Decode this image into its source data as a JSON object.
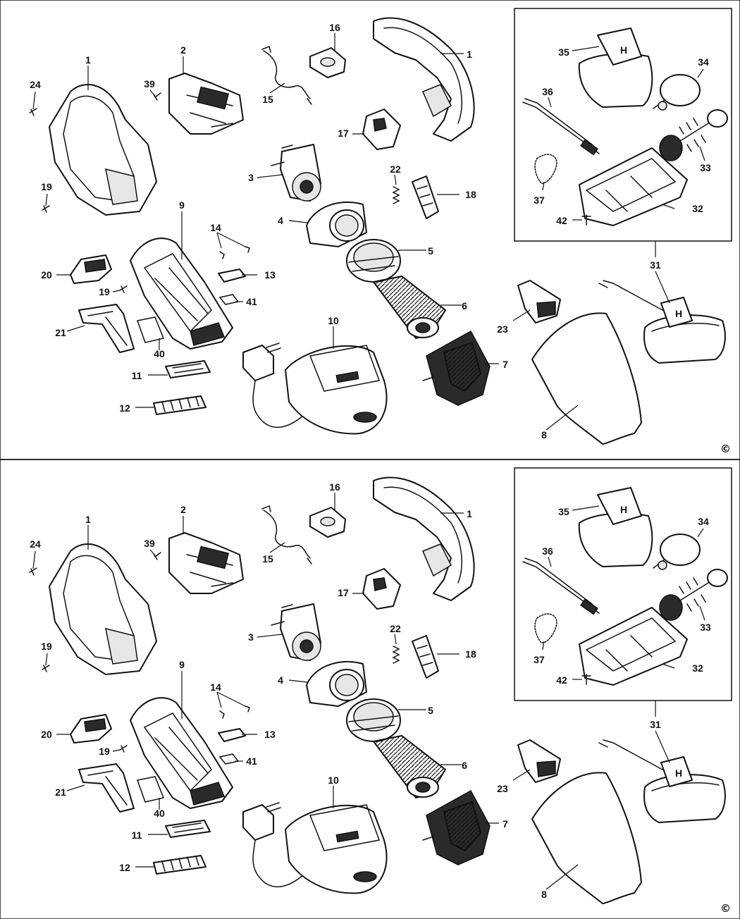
{
  "copyright_symbol": "©",
  "panels": [
    {
      "id": "top",
      "labels": [
        "1",
        "2",
        "16",
        "39",
        "24",
        "15",
        "1",
        "19",
        "3",
        "17",
        "22",
        "18",
        "9",
        "4",
        "14",
        "13",
        "20",
        "19",
        "41",
        "5",
        "21",
        "40",
        "10",
        "6",
        "23",
        "11",
        "7",
        "12",
        "8",
        "35",
        "34",
        "36",
        "33",
        "37",
        "32",
        "42",
        "31"
      ]
    },
    {
      "id": "bottom",
      "labels": [
        "1",
        "2",
        "16",
        "39",
        "24",
        "15",
        "1",
        "19",
        "3",
        "17",
        "22",
        "18",
        "9",
        "4",
        "14",
        "13",
        "20",
        "19",
        "41",
        "5",
        "21",
        "40",
        "10",
        "6",
        "23",
        "11",
        "7",
        "12",
        "8",
        "35",
        "34",
        "36",
        "33",
        "37",
        "32",
        "42",
        "31"
      ]
    }
  ],
  "accessory_badge_letter": "H"
}
